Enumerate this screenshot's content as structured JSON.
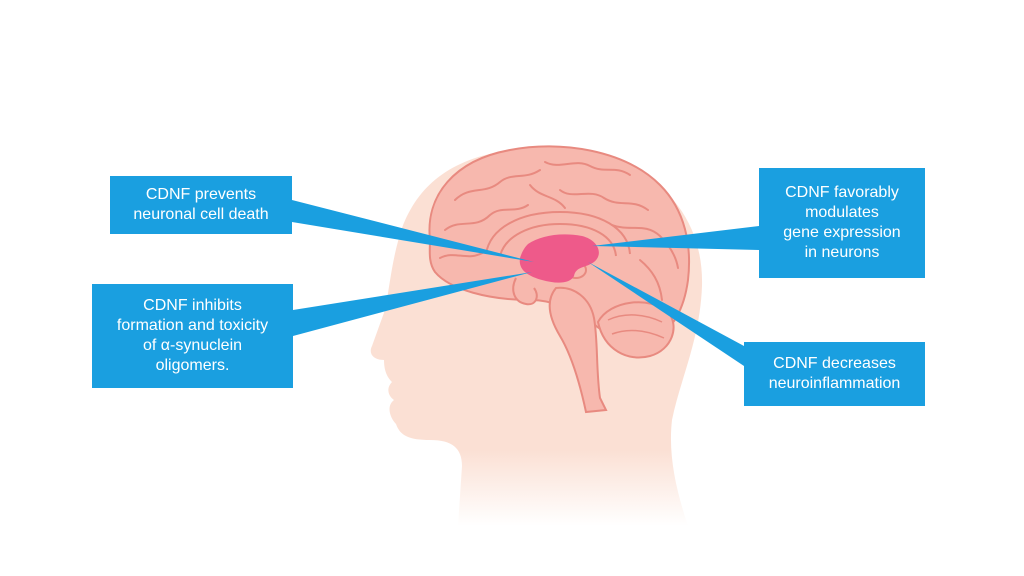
{
  "callouts": {
    "prevents": "CDNF prevents\nneuronal cell death",
    "inhibits": "CDNF inhibits\nformation and toxicity\nof α-synuclein\noligomers.",
    "modulates": "CDNF favorably\nmodulates\ngene expression\nin neurons",
    "decreases": "CDNF decreases\nneuroinflammation"
  },
  "colors": {
    "callout": "#1a9fe0",
    "skin": "#fbe0d4",
    "brain": "#f7b8ae",
    "brain_outline": "#e88a80",
    "highlight": "#ee5a8a"
  }
}
